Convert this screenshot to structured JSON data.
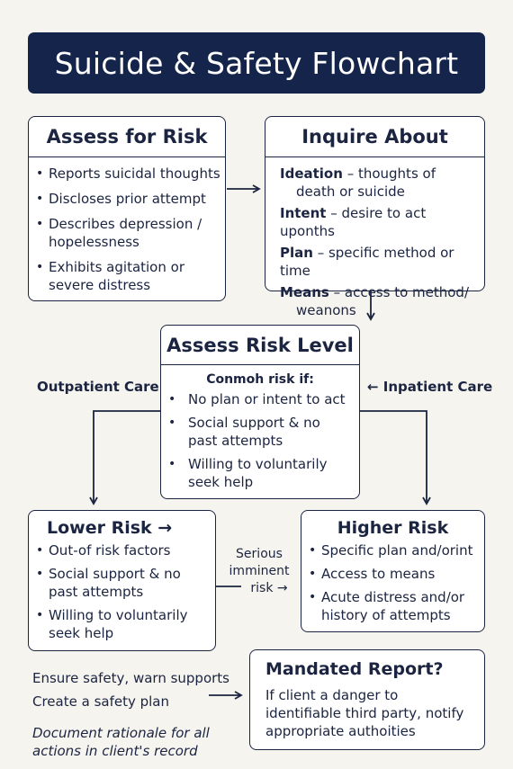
{
  "title": "Suicide & Safety Flowchart",
  "assess": {
    "heading": "Assess for Risk",
    "items": [
      "Reports suicidal thoughts",
      "Discloses prior attempt",
      "Describes depression / hopelessness",
      "Exhibits agitation or severe distress"
    ]
  },
  "inquire": {
    "heading": "Inquire About",
    "items": [
      {
        "term": "Ideation",
        "text": " – thoughts of death or suicide"
      },
      {
        "term": "Intent",
        "text": " – desire to act uponths"
      },
      {
        "term": "Plan",
        "text": " – specific method or time"
      },
      {
        "term": "Means",
        "text": " – access to method/ weanons"
      }
    ]
  },
  "level": {
    "heading": "Assess Risk Level",
    "subhead": "Conmoh risk if:",
    "items": [
      "No plan or intent to act",
      "Social support & no past attempts",
      "Willing to voluntarily seek help"
    ]
  },
  "labels": {
    "outpatient": "Outpatient Care",
    "inpatient": "← Inpatient Care",
    "serious_1": "Serious",
    "serious_2": "imminent",
    "serious_3": "risk →"
  },
  "lower": {
    "heading": "Lower Risk →",
    "items": [
      "Out-of risk factors",
      "Social support & no past attempts",
      "Willing to voluntarily seek help"
    ]
  },
  "higher": {
    "heading": "Higher Risk",
    "items": [
      "Specific plan and/orint",
      "Access to means",
      "Acute distress and/or history of attempts"
    ]
  },
  "actions": {
    "line1": "Ensure safety, warn supports",
    "line2": "Create a safety plan",
    "note": "Document rationale for all actions in client's record"
  },
  "mandated": {
    "heading": "Mandated Report?",
    "text": "If client a danger to identifiable third party, notify appropriate authoities"
  }
}
